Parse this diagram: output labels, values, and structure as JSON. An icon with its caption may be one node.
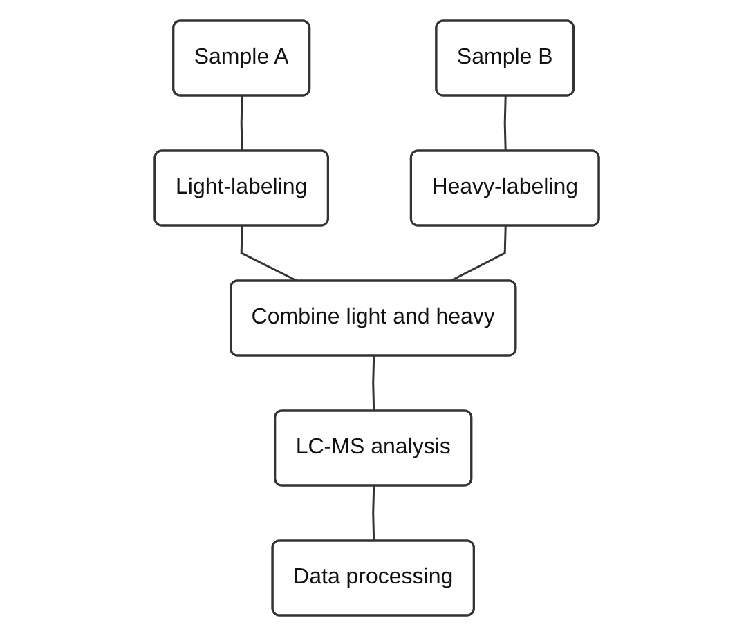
{
  "diagram": {
    "nodes": [
      {
        "text": [
          "Sample A"
        ]
      },
      {
        "text": [
          "Sample B"
        ]
      },
      {
        "text": [
          "Light-labeling"
        ]
      },
      {
        "text": [
          "Heavy-labeling"
        ]
      },
      {
        "text": [
          "Combine light and heavy"
        ]
      },
      {
        "text": [
          "LC-MS analysis"
        ]
      },
      {
        "text": [
          "Data processing"
        ]
      }
    ],
    "edges": [
      {
        "from": 0,
        "to": 2,
        "arrow": "none"
      },
      {
        "from": 1,
        "to": 3,
        "arrow": "none"
      },
      {
        "from": 2,
        "to": 4,
        "arrow": "none"
      },
      {
        "from": 3,
        "to": 4,
        "arrow": "none"
      },
      {
        "from": 4,
        "to": 5,
        "arrow": "none"
      },
      {
        "from": 5,
        "to": 6,
        "arrow": "none"
      }
    ]
  }
}
